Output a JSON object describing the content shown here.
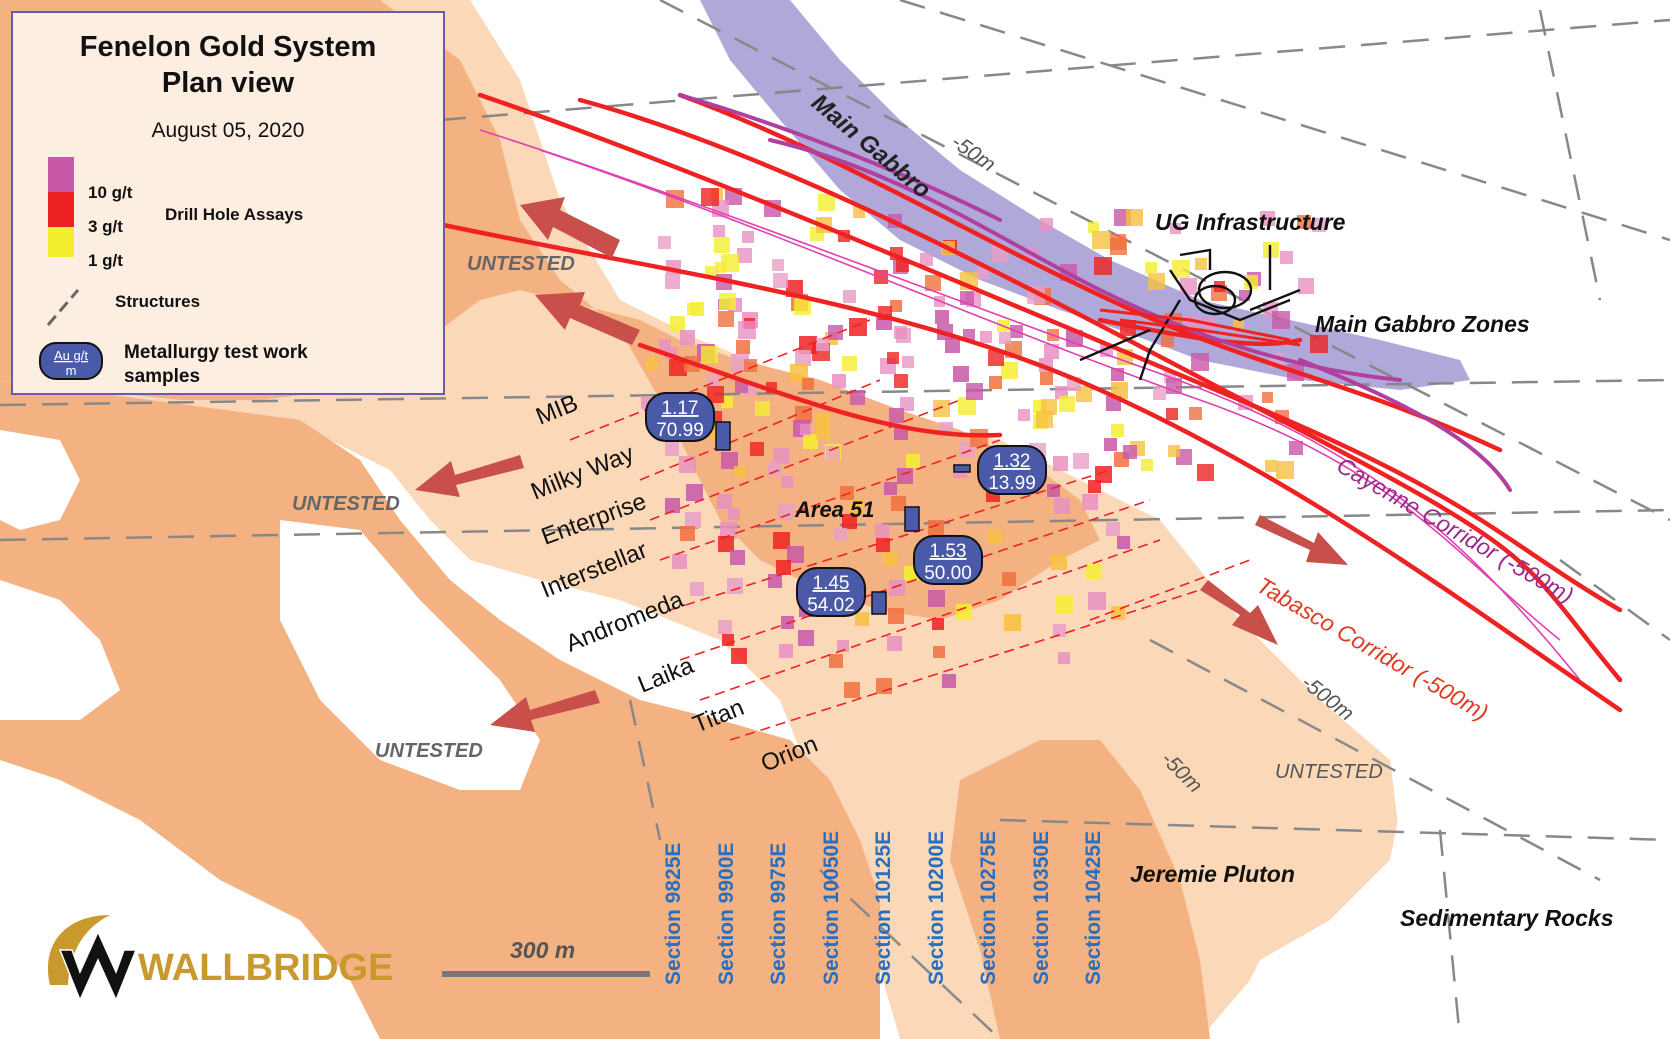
{
  "legend": {
    "title_line1": "Fenelon Gold System",
    "title_line2": "Plan view",
    "date": "August 05, 2020",
    "grade_high": "10 g/t",
    "grade_mid": "3 g/t",
    "grade_low": "1 g/t",
    "assays_label": "Drill Hole Assays",
    "structures_label": "Structures",
    "metallurgy_label_line1": "Metallurgy test work",
    "metallurgy_label_line2": "samples",
    "badge_top": "Au g/t",
    "badge_bottom": "m"
  },
  "map_labels": {
    "main_gabbro": "Main Gabbro",
    "depth_neg50_top": "-50m",
    "ug_infrastructure": "UG Infrastructure",
    "main_gabbro_zones": "Main Gabbro Zones",
    "cayenne_corridor": "Cayenne Corridor (-500m)",
    "tabasco_corridor": "Tabasco Corridor (-500m)",
    "depth_neg500": "-500m",
    "depth_neg50_bottom": "-50m",
    "area_51": "Area 51",
    "jeremie_pluton": "Jeremie Pluton",
    "sedimentary_rocks": "Sedimentary Rocks",
    "untested_1": "UNTESTED",
    "untested_2": "UNTESTED",
    "untested_3": "UNTESTED",
    "untested_4": "UNTESTED"
  },
  "zones": [
    "MIB",
    "Milky Way",
    "Enterprise",
    "Interstellar",
    "Andromeda",
    "Laika",
    "Titan",
    "Orion"
  ],
  "samples": [
    {
      "grade": "1.17",
      "length": "70.99"
    },
    {
      "grade": "1.32",
      "length": "13.99"
    },
    {
      "grade": "1.53",
      "length": "50.00"
    },
    {
      "grade": "1.45",
      "length": "54.02"
    }
  ],
  "sections": [
    "Section 9825E",
    "Section 9900E",
    "Section 9975E",
    "Section 10050E",
    "Section 10125E",
    "Section 10200E",
    "Section 10275E",
    "Section 10350E",
    "Section 10425E"
  ],
  "scale_bar": "300 m",
  "logo_text": "WALLBRIDGE",
  "colors": {
    "grade_high": "#c858a8",
    "grade_mid": "#ee2222",
    "grade_low": "#f5ee30",
    "gabbro": "#b0a8d8",
    "pluton": "#f4b282",
    "pluton_light": "#fad8b8",
    "fault": "#ee2222",
    "cayenne": "#b040a0",
    "sample_badge": "#4a5aa8",
    "section_text": "#2a6fbf",
    "logo_gold": "#c89a2e"
  }
}
